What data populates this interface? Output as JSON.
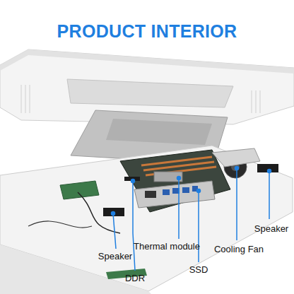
{
  "diagram": {
    "title": "PRODUCT INTERIOR",
    "labels": [
      "Speaker",
      "Thermal module",
      "Cooling Fan",
      "Speaker",
      "SSD",
      "DDR"
    ]
  }
}
